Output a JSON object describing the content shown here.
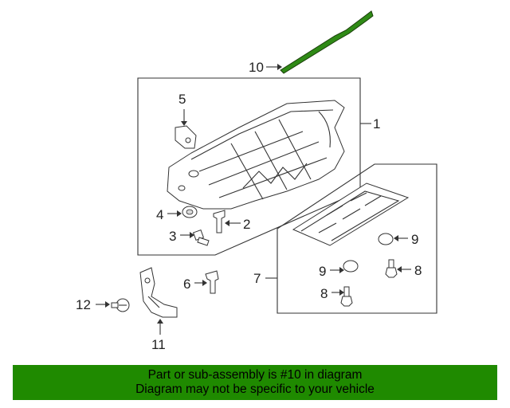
{
  "diagram": {
    "callouts": {
      "c1": "1",
      "c2": "2",
      "c3": "3",
      "c4": "4",
      "c5": "5",
      "c6": "6",
      "c7": "7",
      "c8a": "8",
      "c8b": "8",
      "c9a": "9",
      "c9b": "9",
      "c10": "10",
      "c11": "11",
      "c12": "12"
    },
    "highlight_color": "#1f8a00"
  },
  "banner": {
    "line1": "Part or sub-assembly is #10 in diagram",
    "line2": "Diagram may not be specific to your vehicle",
    "background": "#1f8a00"
  }
}
